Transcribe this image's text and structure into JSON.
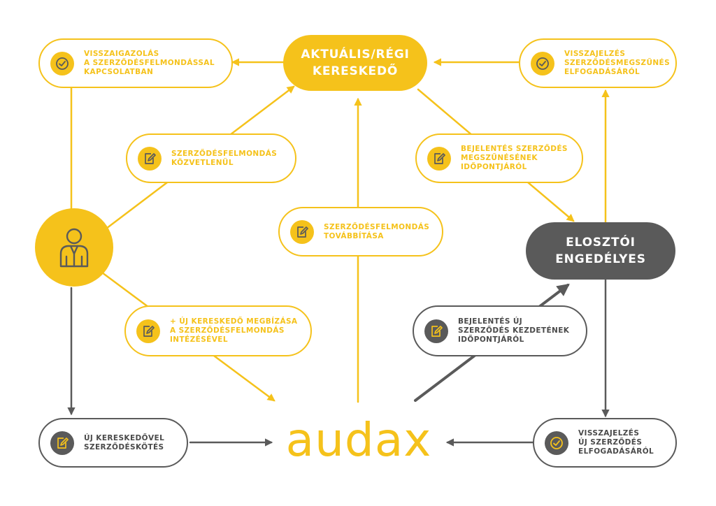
{
  "colors": {
    "accent": "#F5C21B",
    "dark": "#5a5a5a"
  },
  "hubs": {
    "retailer": {
      "lines": [
        "AKTUÁLIS/RÉGI",
        "KERESKEDŐ"
      ]
    },
    "distributor": {
      "lines": [
        "ELOSZTÓI",
        "ENGEDÉLYES"
      ]
    }
  },
  "logo": {
    "text": "audax"
  },
  "nodes": {
    "confirm_termination": {
      "icon": "check-icon",
      "lines": [
        "VISSZAIGAZOLÁS",
        "A SZERZŐDÉSFELMONDÁSSAL",
        "KAPCSOLATBAN"
      ]
    },
    "termination_feedback": {
      "icon": "check-icon",
      "lines": [
        "VISSZAJELZÉS",
        "SZERZŐDÉSMEGSZŰNÉS",
        "ELFOGADÁSÁRÓL"
      ]
    },
    "direct_termination": {
      "icon": "edit-icon",
      "lines": [
        "SZERZŐDÉSFELMONDÁS",
        "KÖZVETLENÜL"
      ]
    },
    "report_end_date": {
      "icon": "edit-icon",
      "lines": [
        "BEJELENTÉS SZERZŐDÉS",
        "MEGSZŰNÉSÉNEK",
        "IDŐPONTJÁRÓL"
      ]
    },
    "forward_termination": {
      "icon": "edit-icon",
      "lines": [
        "SZERZŐDÉSFELMONDÁS",
        "TOVÁBBÍTÁSA"
      ]
    },
    "new_retailer_mandate": {
      "icon": "edit-icon",
      "lines": [
        "+ ÚJ KERESKEDŐ MEGBÍZÁSA",
        "A SZERZŐDÉSFELMONDÁS",
        "INTÉZÉSÉVEL"
      ]
    },
    "report_new_start": {
      "icon": "edit-icon",
      "lines": [
        "BEJELENTÉS ÚJ",
        "SZERZŐDÉS KEZDETÉNEK",
        "IDŐPONTJÁRÓL"
      ]
    },
    "new_contract": {
      "icon": "edit-icon",
      "lines": [
        "ÚJ KERESKEDŐVEL",
        "SZERZŐDÉSKÖTÉS"
      ]
    },
    "new_contract_feedback": {
      "icon": "check-icon",
      "lines": [
        "VISSZAJELZÉS",
        "ÚJ SZERZŐDÉS",
        "ELFOGADÁSÁRÓL"
      ]
    }
  }
}
